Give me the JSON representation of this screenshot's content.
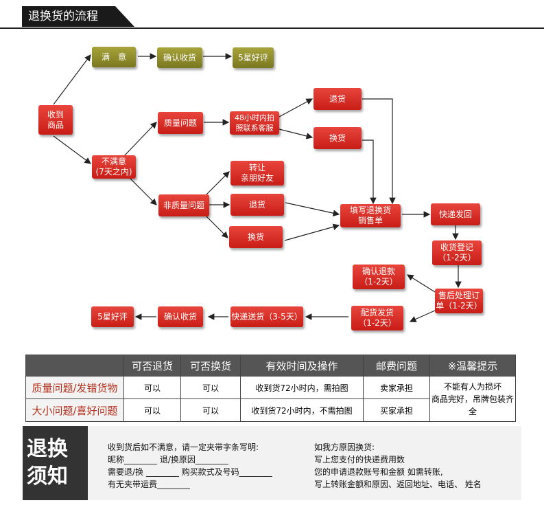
{
  "title": "退换货的流程",
  "nodes": {
    "received": "收到\n商品",
    "satisfied": "满　意",
    "confirm_receipt_top": "确认收货",
    "five_star_top": "5星好评",
    "unsatisfied": "不满意\n(7天之内)",
    "quality_issue": "质量问题",
    "photo_48h": "48小时内拍\n照联系客服",
    "return_top": "退货",
    "exchange_top": "换货",
    "non_quality_issue": "非质量问题",
    "transfer_friend": "转让\n亲朋好友",
    "return_mid": "退货",
    "exchange_mid": "换货",
    "fill_form": "填写退换货\n销售单",
    "express_back": "快递发回",
    "receive_register": "收货登记\n（1-2天）",
    "aftersale_process": "售后处理订\n单（1-2天）",
    "confirm_refund": "确认退款\n（1-2天）",
    "dispatch": "配货发货\n（1-2天）",
    "express_ship": "快递送货（3-5天）",
    "confirm_receipt_bottom": "确认收货",
    "five_star_bottom": "5星好评"
  },
  "colors": {
    "red": "#d3271f",
    "olive": "#8f8d2c",
    "dark": "#333333"
  },
  "table": {
    "headers": [
      "",
      "可否退货",
      "可否换货",
      "有效时间及操作",
      "邮费问题",
      "※温馨提示"
    ],
    "rows": [
      {
        "label": "质量问题/发错货物",
        "cells": [
          "可以",
          "可以",
          "收到货72小时内，需拍图",
          "卖家承担"
        ]
      },
      {
        "label": "大小问题/喜好问题",
        "cells": [
          "可以",
          "可以",
          "收到货72小时内，不需拍图",
          "买家承担"
        ]
      }
    ],
    "tip": "不能有人为损坏\n商品完好，吊牌包装齐全"
  },
  "notice": {
    "heading_1": "退换",
    "heading_2": "须知",
    "left_lines": [
      "收到货后如不满意，请一定夹带字条写明:",
      "昵称________ 退/换原因________",
      "需要退/换 ________ 购买款式及号码________",
      "有无夹带运费________"
    ],
    "right_lines": [
      "如我方原因换货:",
      "写上您支付的快递费用数",
      "您的申请退款账号和金额 如需转账,",
      "写上转账金额和原因、返回地址、电话、 姓名"
    ]
  }
}
